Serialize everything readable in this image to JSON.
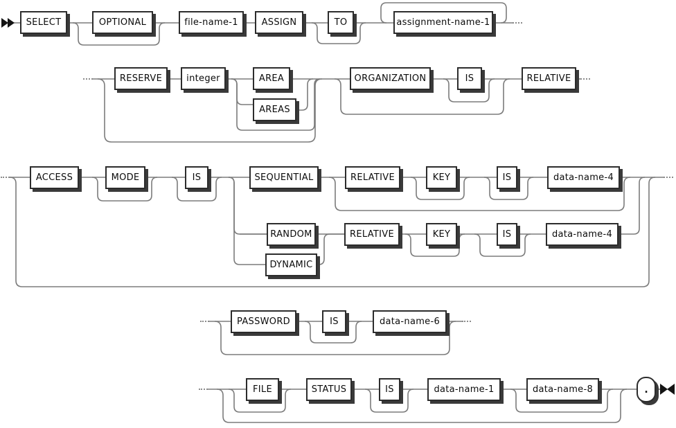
{
  "diagram": {
    "kind": "railroad-syntax-diagram",
    "structure": [
      "SELECT [OPTIONAL] file-name-1 ASSIGN [TO] {assignment-name-1}...",
      "[RESERVE integer [AREA|AREAS]] ORGANIZATION [IS] RELATIVE",
      "[ACCESS [MODE] [IS] ( SEQUENTIAL [RELATIVE [KEY] [IS] data-name-4] | (RANDOM|DYNAMIC) RELATIVE [KEY] [IS] data-name-4 )]",
      "[PASSWORD [IS] data-name-6]",
      "[FILE] STATUS [IS] data-name-1 [data-name-8] ."
    ]
  },
  "nodes": {
    "select": "SELECT",
    "optional": "OPTIONAL",
    "file_name_1": "file-name-1",
    "assign": "ASSIGN",
    "to": "TO",
    "assignment_name_1": "assignment-name-1",
    "reserve": "RESERVE",
    "integer": "integer",
    "area": "AREA",
    "areas": "AREAS",
    "organization": "ORGANIZATION",
    "is": "IS",
    "relative": "RELATIVE",
    "access": "ACCESS",
    "mode": "MODE",
    "sequential": "SEQUENTIAL",
    "key": "KEY",
    "data_name_4": "data-name-4",
    "random": "RANDOM",
    "dynamic": "DYNAMIC",
    "password": "PASSWORD",
    "data_name_6": "data-name-6",
    "file": "FILE",
    "status": "STATUS",
    "data_name_1": "data-name-1",
    "data_name_8": "data-name-8",
    "period": "."
  },
  "colors": {
    "line": "#7b7b7b",
    "box_border": "#2c2c2c",
    "box_shadow": "#3a3a3a",
    "text": "#0b0b0b",
    "background": "#ffffff"
  }
}
